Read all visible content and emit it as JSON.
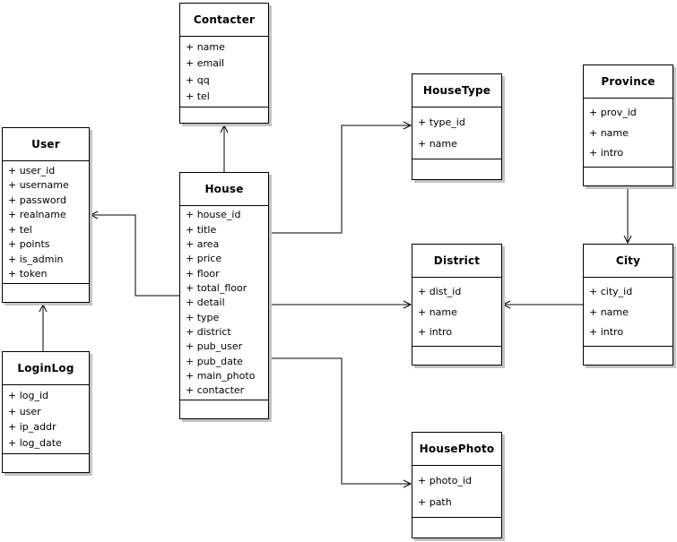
{
  "diagram_type": "uml-class-diagram",
  "entities": [
    {
      "name": "Contacter",
      "attributes": [
        "+ name",
        "+ email",
        "+ qq",
        "+ tel"
      ]
    },
    {
      "name": "User",
      "attributes": [
        "+ user_id",
        "+ username",
        "+ password",
        "+ realname",
        "+ tel",
        "+ points",
        "+ is_admin",
        "+ token"
      ]
    },
    {
      "name": "House",
      "attributes": [
        "+ house_id",
        "+ title",
        "+ area",
        "+ price",
        "+ floor",
        "+ total_floor",
        "+ detail",
        "+ type",
        "+ district",
        "+ pub_user",
        "+ pub_date",
        "+ main_photo",
        "+ contacter"
      ]
    },
    {
      "name": "HouseType",
      "attributes": [
        "+ type_id",
        "+ name"
      ]
    },
    {
      "name": "Province",
      "attributes": [
        "+ prov_id",
        "+ name",
        "+ intro"
      ]
    },
    {
      "name": "District",
      "attributes": [
        "+ dist_id",
        "+ name",
        "+ intro"
      ]
    },
    {
      "name": "City",
      "attributes": [
        "+ city_id",
        "+ name",
        "+ intro"
      ]
    },
    {
      "name": "LoginLog",
      "attributes": [
        "+ log_id",
        "+ user",
        "+ ip_addr",
        "+ log_date"
      ]
    },
    {
      "name": "HousePhoto",
      "attributes": [
        "+ photo_id",
        "+ path"
      ]
    }
  ],
  "relationships": [
    {
      "from": "House",
      "to": "Contacter"
    },
    {
      "from": "House",
      "to": "User"
    },
    {
      "from": "LoginLog",
      "to": "User"
    },
    {
      "from": "House",
      "to": "HouseType"
    },
    {
      "from": "House",
      "to": "District"
    },
    {
      "from": "City",
      "to": "District"
    },
    {
      "from": "Province",
      "to": "City"
    },
    {
      "from": "House",
      "to": "HousePhoto"
    }
  ],
  "colors": {
    "background": "#ffffff",
    "line": "#000000",
    "box_fill": "#ffffff",
    "shadow": "#c4c4c4"
  }
}
